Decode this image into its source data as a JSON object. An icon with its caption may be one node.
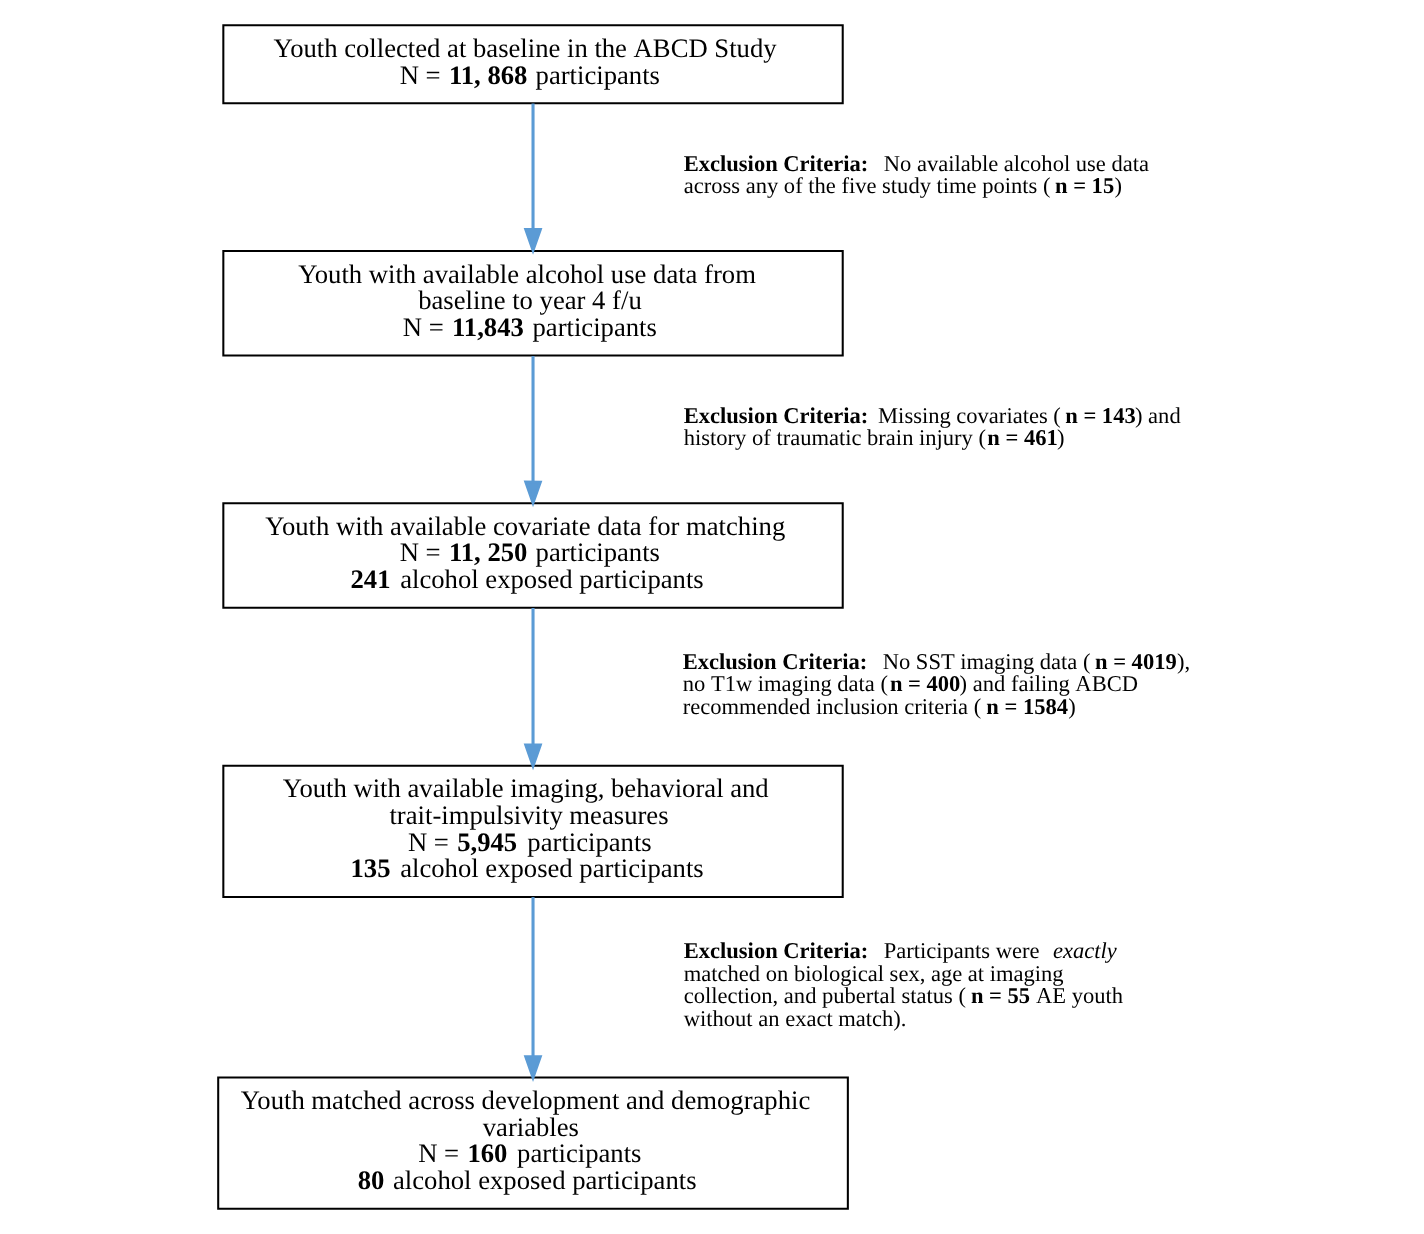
{
  "diagram": {
    "nodes": [
      {
        "text": [
          "Youth collected at baseline in the ABCD Study",
          "N = **11, 868** participants"
        ]
      },
      {
        "text": [
          "Youth with available alcohol use data from baseline to year 4 f/u",
          "N = **11,843** participants"
        ]
      },
      {
        "text": [
          "Youth with available covariate data for matching",
          "N = **11, 250** participants",
          "**241** alcohol exposed participants"
        ]
      },
      {
        "text": [
          "Youth with available imaging, behavioral and trait-impulsivity measures",
          "N = **5,945** participants",
          "**135** alcohol exposed participants"
        ]
      },
      {
        "text": [
          "Youth matched across development and demographic variables",
          "N = **160** participants",
          "**80** alcohol exposed participants"
        ]
      }
    ],
    "edges": [
      {
        "from": 0,
        "to": 1,
        "arrow": "to"
      },
      {
        "from": 1,
        "to": 2,
        "arrow": "to"
      },
      {
        "from": 2,
        "to": 3,
        "arrow": "to"
      },
      {
        "from": 3,
        "to": 4,
        "arrow": "to"
      }
    ],
    "labels": [
      "**Exclusion Criteria:**  No available alcohol use data across any of the five study time points (**n = 15**)",
      "**Exclusion Criteria:** Missing covariates (**n = 143**) and history of traumatic brain injury (**n = 461**)",
      "**Exclusion Criteria:**  No SST imaging data (**n = 4019**), no T1w imaging data (**n = 400**) and failing ABCD recommended inclusion criteria (**n = 1584**)",
      "**Exclusion Criteria:**  Participants were *exactly* matched on biological sex, age at imaging collection, and pubertal status (**n = 55** AE youth without an exact match)."
    ]
  }
}
